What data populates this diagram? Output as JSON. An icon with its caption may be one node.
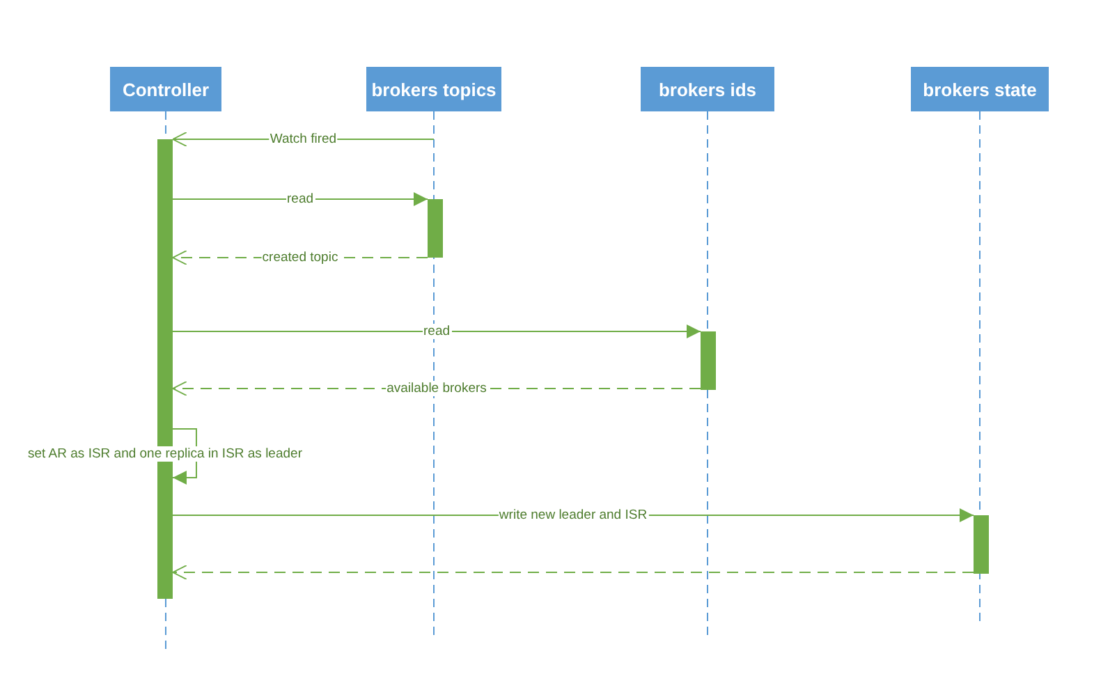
{
  "diagram": {
    "nodes": [
      {
        "text": [
          "Controller"
        ]
      },
      {
        "text": [
          "brokers topics"
        ]
      },
      {
        "text": [
          "brokers ids"
        ]
      },
      {
        "text": [
          "brokers state"
        ]
      },
      {
        "text": [],
        "shape": "bar"
      },
      {
        "text": [],
        "shape": "bar"
      },
      {
        "text": [],
        "shape": "bar"
      },
      {
        "text": [],
        "shape": "bar"
      }
    ],
    "edges": [
      {
        "from": 1,
        "to": 4,
        "arrow": "to",
        "label": "Watch fired"
      },
      {
        "from": 4,
        "to": 5,
        "arrow": "to",
        "label": "read"
      },
      {
        "from": 5,
        "to": 4,
        "arrow": "to",
        "label": "created topic",
        "style": "dashed"
      },
      {
        "from": 4,
        "to": 6,
        "arrow": "to",
        "label": "read"
      },
      {
        "from": 6,
        "to": 4,
        "arrow": "to",
        "label": "available brokers",
        "style": "dashed"
      },
      {
        "from": 4,
        "to": 4,
        "arrow": "to",
        "label": "set AR as ISR and one replica in ISR as leader"
      },
      {
        "from": 4,
        "to": 7,
        "arrow": "to",
        "label": "write new leader and ISR"
      },
      {
        "from": 7,
        "to": 4,
        "arrow": "to",
        "style": "dashed"
      }
    ]
  }
}
